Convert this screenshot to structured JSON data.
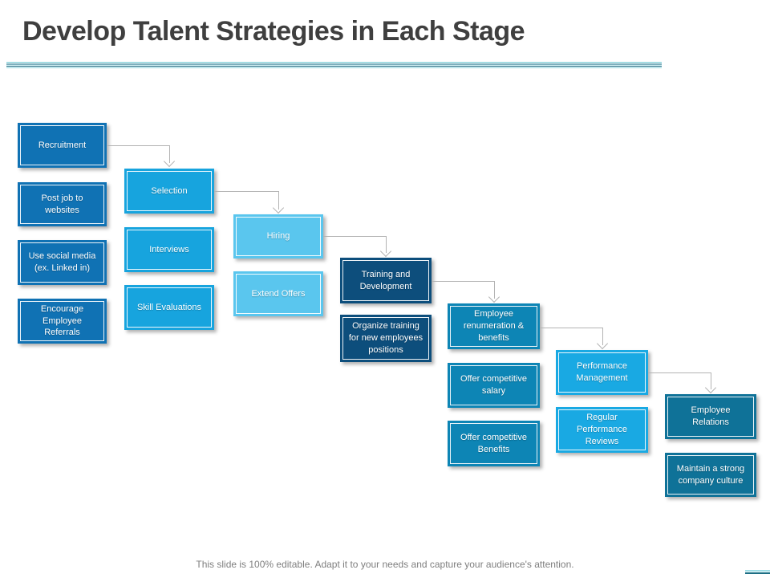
{
  "slide": {
    "title": "Develop Talent Strategies in Each Stage",
    "footer": "This slide is 100% editable. Adapt it to your needs and capture your audience's attention."
  },
  "colors": {
    "stage1": "#1072b4",
    "stage2": "#17a4de",
    "stage3": "#5ac6ee",
    "stage4": "#0d4e7c",
    "stage5": "#0d85b5",
    "stage6": "#19a9e3",
    "stage7": "#0f7298",
    "connector_gray": "#b3b3b3",
    "divider_teal": "#226e85"
  },
  "stages": [
    {
      "label": "Recruitment",
      "color": "#1072b4",
      "items": [
        "Post job to websites",
        "Use social media (ex. Linked in)",
        "Encourage Employee Referrals"
      ]
    },
    {
      "label": "Selection",
      "color": "#17a4de",
      "items": [
        "Interviews",
        "Skill Evaluations"
      ]
    },
    {
      "label": "Hiring",
      "color": "#5ac6ee",
      "items": [
        "Extend Offers"
      ]
    },
    {
      "label": "Training and Development",
      "color": "#0d4e7c",
      "items": [
        "Organize training for new employees positions"
      ]
    },
    {
      "label": "Employee renumeration & benefits",
      "color": "#0d85b5",
      "items": [
        "Offer competitive salary",
        "Offer competitive Benefits"
      ]
    },
    {
      "label": "Performance Management",
      "color": "#19a9e3",
      "items": [
        "Regular Performance Reviews"
      ]
    },
    {
      "label": "Employee Relations",
      "color": "#0f7298",
      "items": [
        "Maintain a strong company culture"
      ]
    }
  ]
}
